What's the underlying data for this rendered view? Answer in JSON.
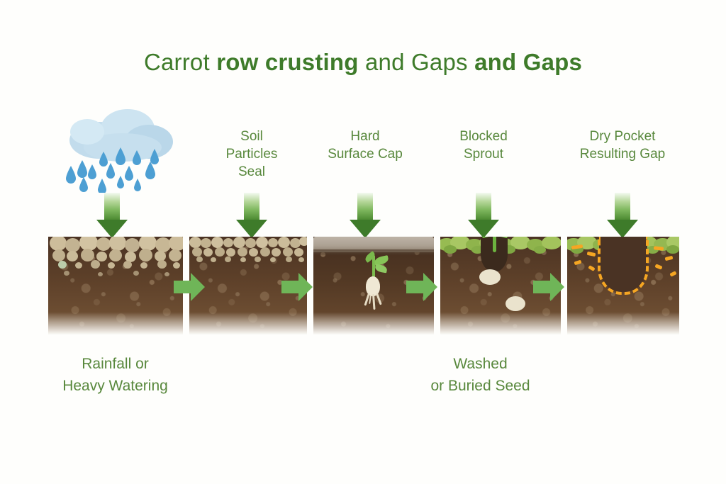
{
  "page": {
    "background_color": "#fefefc",
    "accent_green_dark": "#3e7b2a",
    "accent_green_label": "#58883c",
    "arrow_green": "#6fb558",
    "pocket_outline_color": "#f5a623",
    "soil_dark": "#4b3323",
    "soil_light": "#7a5938",
    "aggregate_color": "#cbbc9a",
    "cloud_color": "#bfdced",
    "raindrop_color": "#4a9fd4"
  },
  "title": {
    "parts": [
      {
        "text": "Carrot ",
        "weight": "normal"
      },
      {
        "text": "row crusting",
        "weight": "bold"
      },
      {
        "text": " and Gaps ",
        "weight": "normal"
      },
      {
        "text": "and Gaps",
        "weight": "bold"
      }
    ],
    "full_text": "Carrot row crusting and Gaps and Gaps"
  },
  "stages": [
    {
      "id": "stage-1-rainfall",
      "top_label": "",
      "top_label_lines": [],
      "icon": "rain-cloud-icon",
      "bottom_caption_lines": [
        "Rainfall or",
        "Heavy Watering"
      ],
      "bottom_caption": "Rainfall or Heavy Watering",
      "soil_description": "loose round soil aggregates over dark brown soil"
    },
    {
      "id": "stage-2-particles-seal",
      "top_label": "Soil Particles Seal",
      "top_label_lines": [
        "Soil",
        "Particles",
        "Seal"
      ],
      "icon": "down-arrow-icon",
      "bottom_caption_lines": [],
      "bottom_caption": "",
      "soil_description": "compacted particle layer sealing the surface"
    },
    {
      "id": "stage-3-hard-surface-cap",
      "top_label": "Hard Surface Cap",
      "top_label_lines": [
        "Hard",
        "Surface Cap"
      ],
      "icon": "down-arrow-icon",
      "bottom_caption_lines": [],
      "bottom_caption": "",
      "soil_description": "grey hard crust cap with carrot seedling trapped below"
    },
    {
      "id": "stage-4-blocked-sprout",
      "top_label": "Blocked Sprout",
      "top_label_lines": [
        "Blocked",
        "Sprout"
      ],
      "icon": "down-arrow-icon",
      "bottom_caption_lines": [
        "Washed",
        "or Buried Seed"
      ],
      "bottom_caption": "Washed or Buried Seed",
      "soil_description": "mossy surface, sprout emerging through opening, two buried seeds"
    },
    {
      "id": "stage-5-dry-pocket-gap",
      "top_label": "Dry Pocket Resulting Gap",
      "top_label_lines": [
        "Dry Pocket",
        "Resulting Gap"
      ],
      "icon": "down-arrow-icon",
      "bottom_caption_lines": [],
      "bottom_caption": "",
      "soil_description": "empty U-shaped dry pocket outlined with orange dashes"
    }
  ],
  "flow_arrows": [
    {
      "id": "flow-arrow-1",
      "direction": "right"
    },
    {
      "id": "flow-arrow-2",
      "direction": "right"
    },
    {
      "id": "flow-arrow-3",
      "direction": "right"
    },
    {
      "id": "flow-arrow-4",
      "direction": "right"
    }
  ]
}
